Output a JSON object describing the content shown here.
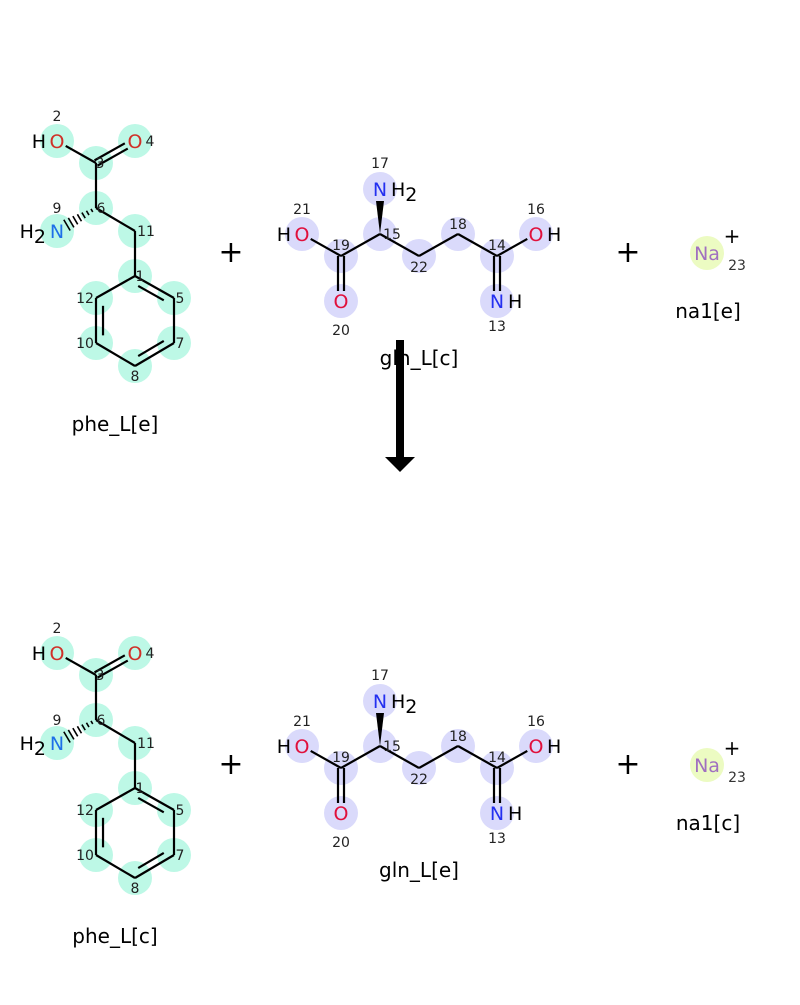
{
  "colors": {
    "phe_highlight": "#bdf8e6",
    "gln_highlight": "#dadafb",
    "na_highlight": "#ecfbc2",
    "oxygen": "#d03028",
    "oxygen_gln": "#e0103c",
    "nitrogen": "#1e6fe8",
    "nitrogen_gln": "#2430f0",
    "sodium": "#a070c0",
    "bond": "#000000"
  },
  "plus_sign": "+",
  "reactants": {
    "phe": {
      "name": "phe_L[e]"
    },
    "gln": {
      "name": "gln_L[c]"
    },
    "na": {
      "name": "na1[e]"
    }
  },
  "products": {
    "phe": {
      "name": "phe_L[c]"
    },
    "gln": {
      "name": "gln_L[e]"
    },
    "na": {
      "name": "na1[c]"
    }
  },
  "phe_atoms": [
    {
      "num": "2",
      "label": "O",
      "h": "H",
      "hside": "left"
    },
    {
      "num": "4",
      "label": "O"
    },
    {
      "num": "3"
    },
    {
      "num": "6"
    },
    {
      "num": "9",
      "label": "N",
      "h": "H2",
      "hside": "left"
    },
    {
      "num": "11"
    },
    {
      "num": "1"
    },
    {
      "num": "5"
    },
    {
      "num": "12"
    },
    {
      "num": "10"
    },
    {
      "num": "7"
    },
    {
      "num": "8"
    }
  ],
  "gln_atoms": [
    {
      "num": "21",
      "label": "O",
      "h": "H",
      "hside": "left"
    },
    {
      "num": "19"
    },
    {
      "num": "20",
      "label": "O"
    },
    {
      "num": "15"
    },
    {
      "num": "17",
      "label": "N",
      "h": "H2",
      "hside": "right"
    },
    {
      "num": "22"
    },
    {
      "num": "18"
    },
    {
      "num": "14"
    },
    {
      "num": "13",
      "label": "N",
      "h": "H",
      "hside": "right"
    },
    {
      "num": "16",
      "label": "O",
      "h": "H",
      "hside": "right"
    }
  ],
  "na_atom": {
    "num": "23",
    "label": "Na",
    "charge": "+"
  }
}
